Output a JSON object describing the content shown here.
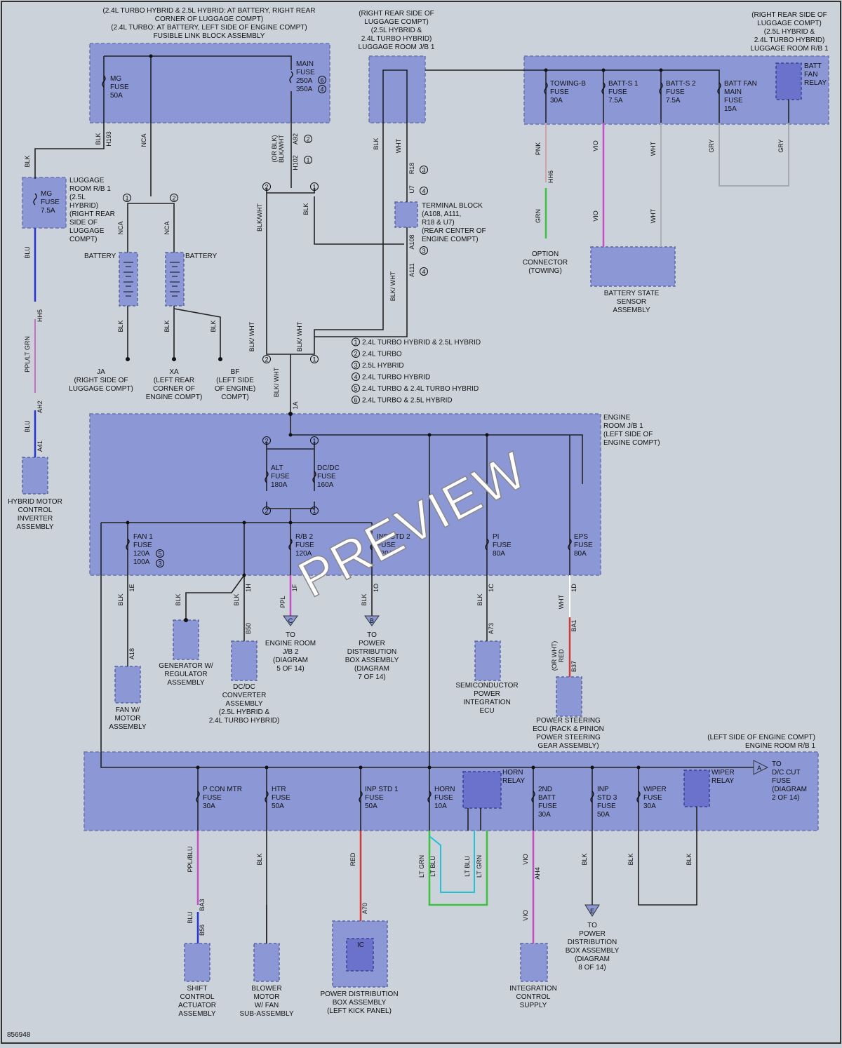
{
  "diagram_id": "856948",
  "watermark": "PREVIEW",
  "notes": {
    "fusible_link_block": [
      "(2.4L TURBO HYBRID & 2.5L HYBRID: AT BATTERY, RIGHT REAR",
      "CORNER OF LUGGAGE COMPT)",
      "(2.4L TURBO: AT BATTERY, LEFT SIDE OF ENGINE COMPT)",
      "FUSIBLE LINK BLOCK ASSEMBLY"
    ],
    "luggage_jb1": [
      "(RIGHT REAR SIDE OF",
      "LUGGAGE COMPT)",
      "(2.5L HYBRID &",
      "2.4L TURBO HYBRID)",
      "LUGGAGE ROOM J/B 1"
    ],
    "luggage_rb1_top": [
      "(RIGHT REAR SIDE OF",
      "LUGGAGE COMPT)",
      "(2.5L HYBRID &",
      "2.4L TURBO HYBRID)",
      "LUGGAGE ROOM R/B 1"
    ],
    "engine_jb1": [
      "ENGINE",
      "ROOM J/B 1",
      "(LEFT SIDE OF",
      "ENGINE COMPT)"
    ],
    "engine_rb1": [
      "(LEFT SIDE OF ENGINE COMPT)",
      "ENGINE ROOM R/B 1"
    ]
  },
  "legend": [
    {
      "n": "1",
      "text": "2.4L TURBO HYBRID & 2.5L HYBRID"
    },
    {
      "n": "2",
      "text": "2.4L TURBO"
    },
    {
      "n": "3",
      "text": "2.5L HYBRID"
    },
    {
      "n": "4",
      "text": "2.4L TURBO HYBRID"
    },
    {
      "n": "5",
      "text": "2.4L TURBO & 2.4L TURBO HYBRID"
    },
    {
      "n": "6",
      "text": "2.4L TURBO & 2.5L HYBRID"
    }
  ],
  "fuses": {
    "mg": [
      "MG",
      "FUSE",
      "50A"
    ],
    "main": [
      "MAIN",
      "FUSE",
      "250A",
      "350A"
    ],
    "towing": [
      "TOWING-B",
      "FUSE",
      "30A"
    ],
    "batts1": [
      "BATT-S 1",
      "FUSE",
      "7.5A"
    ],
    "batts2": [
      "BATT-S 2",
      "FUSE",
      "7.5A"
    ],
    "battfan": [
      "BATT FAN",
      "MAIN",
      "FUSE",
      "15A"
    ],
    "mg2": [
      "MG",
      "FUSE",
      "7.5A"
    ],
    "alt": [
      "ALT",
      "FUSE",
      "180A"
    ],
    "dcdc": [
      "DC/DC",
      "FUSE",
      "160A"
    ],
    "fan1": [
      "FAN 1",
      "FUSE",
      "120A",
      "100A"
    ],
    "rb2": [
      "R/B 2",
      "FUSE",
      "120A"
    ],
    "inpstd2": [
      "INP STD 2",
      "FUSE",
      "120A"
    ],
    "pi": [
      "PI",
      "FUSE",
      "80A"
    ],
    "eps": [
      "EPS",
      "FUSE",
      "80A"
    ],
    "pconmtr": [
      "P CON MTR",
      "FUSE",
      "30A"
    ],
    "htr": [
      "HTR",
      "FUSE",
      "50A"
    ],
    "inpstd1": [
      "INP STD 1",
      "FUSE",
      "50A"
    ],
    "horn": [
      "HORN",
      "FUSE",
      "10A"
    ],
    "batt2nd": [
      "2ND",
      "BATT",
      "FUSE",
      "30A"
    ],
    "inpstd3": [
      "INP",
      "STD 3",
      "FUSE",
      "50A"
    ],
    "wiper": [
      "WIPER",
      "FUSE",
      "30A"
    ]
  },
  "relays": {
    "batt_fan": [
      "BATT",
      "FAN",
      "RELAY"
    ],
    "horn": [
      "HORN",
      "RELAY"
    ],
    "wiper": [
      "WIPER",
      "RELAY"
    ]
  },
  "components": {
    "luggage_rb1": [
      "LUGGAGE",
      "ROOM R/B 1",
      "(2.5L",
      "HYBRID)",
      "(RIGHT REAR",
      "SIDE OF",
      "LUGGAGE",
      "COMPT)"
    ],
    "battery": "BATTERY",
    "terminal_block": [
      "TERMINAL BLOCK",
      "(A108, A111,",
      "R18 & U7)",
      "(REAR CENTER OF",
      "ENGINE COMPT)"
    ],
    "option_connector": [
      "OPTION",
      "CONNECTOR",
      "(TOWING)"
    ],
    "battery_sensor": [
      "BATTERY STATE",
      "SENSOR",
      "ASSEMBLY"
    ],
    "ground_ja": [
      "JA",
      "(RIGHT SIDE OF",
      "LUGGAGE COMPT)"
    ],
    "ground_xa": [
      "XA",
      "(LEFT REAR",
      "CORNER OF",
      "ENGINE COMPT)"
    ],
    "ground_bf": [
      "BF",
      "(LEFT SIDE",
      "OF ENGINE)",
      "COMPT)"
    ],
    "hybrid_inverter": [
      "HYBRID MOTOR",
      "CONTROL",
      "INVERTER",
      "ASSEMBLY"
    ],
    "fan_motor": [
      "FAN W/",
      "MOTOR",
      "ASSEMBLY"
    ],
    "generator": [
      "GENERATOR W/",
      "REGULATOR",
      "ASSEMBLY"
    ],
    "dcdc_conv": [
      "DC/DC",
      "CONVERTER",
      "ASSEMBLY",
      "(2.5L HYBRID &",
      "2.4L TURBO HYBRID)"
    ],
    "to_c": [
      "TO",
      "ENGINE ROOM",
      "J/B 2",
      "(DIAGRAM",
      "5 OF 14)"
    ],
    "to_b": [
      "TO",
      "POWER",
      "DISTRIBUTION",
      "BOX ASSEMBLY",
      "(DIAGRAM",
      "7 OF 14)"
    ],
    "spi_ecu": [
      "SEMICONDUCTOR",
      "POWER",
      "INTEGRATION",
      "ECU"
    ],
    "ps_ecu": [
      "POWER STEERING",
      "ECU (RACK & PINION",
      "POWER STEERING",
      "GEAR ASSEMBLY)"
    ],
    "to_a": [
      "TO",
      "D/C CUT",
      "FUSE",
      "(DIAGRAM",
      "2 OF 14)"
    ],
    "shift_actuator": [
      "SHIFT",
      "CONTROL",
      "ACTUATOR",
      "ASSEMBLY"
    ],
    "blower": [
      "BLOWER",
      "MOTOR",
      "W/ FAN",
      "SUB-ASSEMBLY"
    ],
    "pdb_kick": [
      "POWER DISTRIBUTION",
      "BOX ASSEMBLY",
      "(LEFT KICK PANEL)"
    ],
    "to_e": [
      "TO",
      "POWER",
      "DISTRIBUTION",
      "BOX ASSEMBLY",
      "(DIAGRAM",
      "8 OF 14)"
    ],
    "integration_supply": [
      "INTEGRATION",
      "CONTROL",
      "SUPPLY"
    ],
    "ic_label": "IC"
  },
  "wire_labels": {
    "blk": "BLK",
    "nca": "NCA",
    "blkwht": "BLK/WHT",
    "orblk": "(OR BLK)",
    "wht": "WHT",
    "pnk": "PNK",
    "vio": "VIO",
    "gry": "GRY",
    "grn": "GRN",
    "blu": "BLU",
    "pplltgrn": "PPL/LT GRN",
    "ppl": "PPL",
    "red": "RED",
    "orwht": "(OR WHT)",
    "pplblu": "PPL/BLU",
    "ltgrn": "LT GRN",
    "ltblu": "LT BLU",
    "blkwht2": "BLK/ WHT"
  },
  "connectors": {
    "h193": "H193",
    "a92": "A92",
    "h102": "H102",
    "r18": "R18",
    "u7": "U7",
    "a108": "A108",
    "a111": "A111",
    "hh6": "HH6",
    "hh5": "HH5",
    "ah2": "AH2",
    "a41": "A41",
    "a1": "1A",
    "e1": "1E",
    "h1": "1H",
    "f1": "1F",
    "o1": "1O",
    "c1": "1C",
    "d1": "1D",
    "a18": "A18",
    "b50": "B50",
    "a73": "A73",
    "ba1": "BA1",
    "b37": "B37",
    "ba3": "BA3",
    "b56": "B56",
    "a70": "A70",
    "ah4": "AH4"
  },
  "colors": {
    "background": "#cbd2da",
    "block": "#8c97d6",
    "relay": "#6a72cc",
    "wire_pink": "#d4a0a8",
    "wire_violet": "#c44fc4",
    "wire_green": "#3cc23c",
    "wire_blue": "#2433d6",
    "wire_red": "#d13a3a",
    "wire_ltblu": "#26c0d6",
    "wire_gray": "#9aa0a6"
  }
}
